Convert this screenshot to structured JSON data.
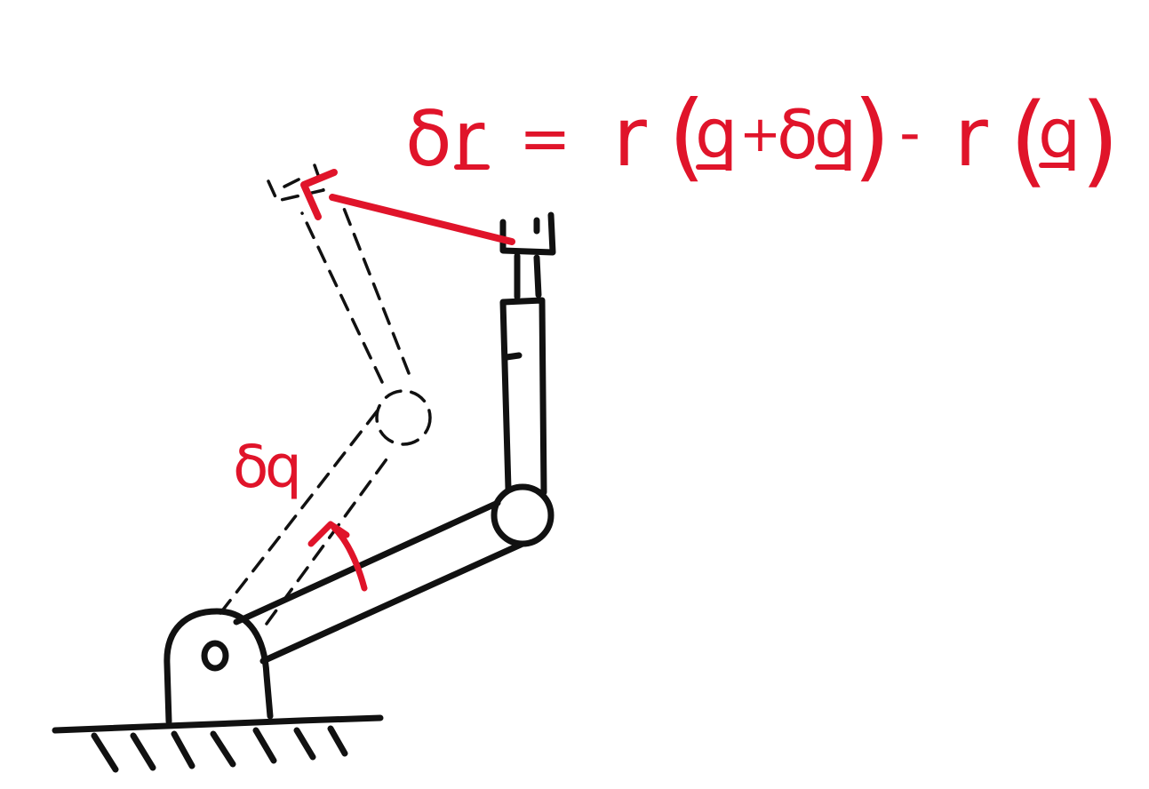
{
  "equation": {
    "lhs_symbol": "δ",
    "lhs_var": "r",
    "equals": "=",
    "f1": "r",
    "open1": "(",
    "arg1_q": "q",
    "plus": "+",
    "arg1_delta": "δ",
    "arg1_q2": "q",
    "close1": ")",
    "minus": "-",
    "f2": "r",
    "open2": "(",
    "arg2_q": "q",
    "close2": ")"
  },
  "angle_label": {
    "delta": "δ",
    "q": "q"
  },
  "colors": {
    "ink": "#111111",
    "annotation": "#e0142a",
    "background": "#ffffff"
  }
}
